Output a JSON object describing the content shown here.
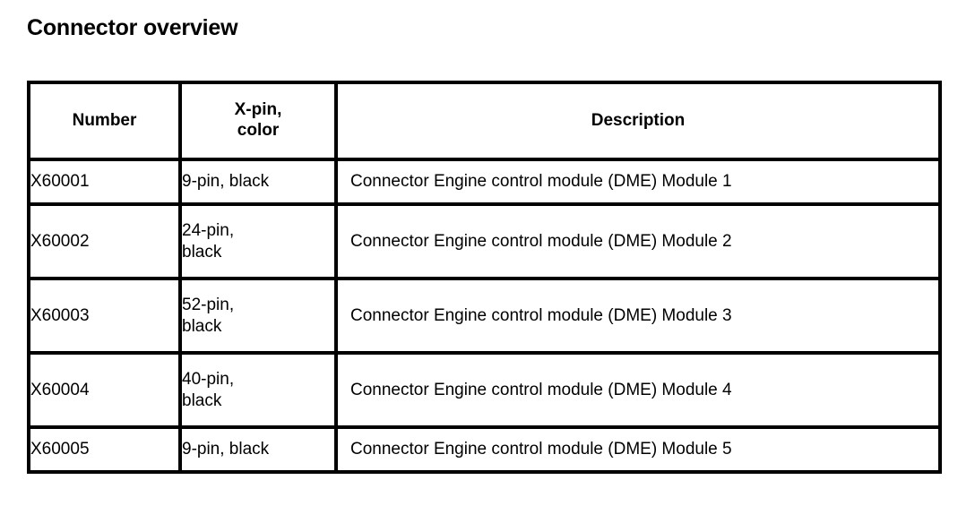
{
  "document": {
    "title": "Connector overview",
    "background_color": "#ffffff",
    "text_color": "#000000",
    "border_color": "#000000"
  },
  "table": {
    "name": "connector-overview-table",
    "columns": [
      {
        "key": "number",
        "header_lines": [
          "Number"
        ],
        "align": "center"
      },
      {
        "key": "xpin",
        "header_lines": [
          "X-pin,",
          "color"
        ],
        "align": "center"
      },
      {
        "key": "description",
        "header_lines": [
          "Description"
        ],
        "align": "center"
      }
    ],
    "rows": [
      {
        "number": "X60001",
        "xpin_lines": [
          "9-pin, black"
        ],
        "description": "Connector Engine control module (DME) Module 1",
        "height": "short"
      },
      {
        "number": "X60002",
        "xpin_lines": [
          "24-pin,",
          "black"
        ],
        "description": "Connector Engine control module (DME) Module 2",
        "height": "tall"
      },
      {
        "number": "X60003",
        "xpin_lines": [
          "52-pin,",
          "black"
        ],
        "description": "Connector Engine control module (DME) Module 3",
        "height": "tall"
      },
      {
        "number": "X60004",
        "xpin_lines": [
          "40-pin,",
          "black"
        ],
        "description": "Connector Engine control module (DME) Module 4",
        "height": "tall"
      },
      {
        "number": "X60005",
        "xpin_lines": [
          "9-pin, black"
        ],
        "description": "Connector Engine control module (DME) Module 5",
        "height": "short"
      }
    ]
  }
}
